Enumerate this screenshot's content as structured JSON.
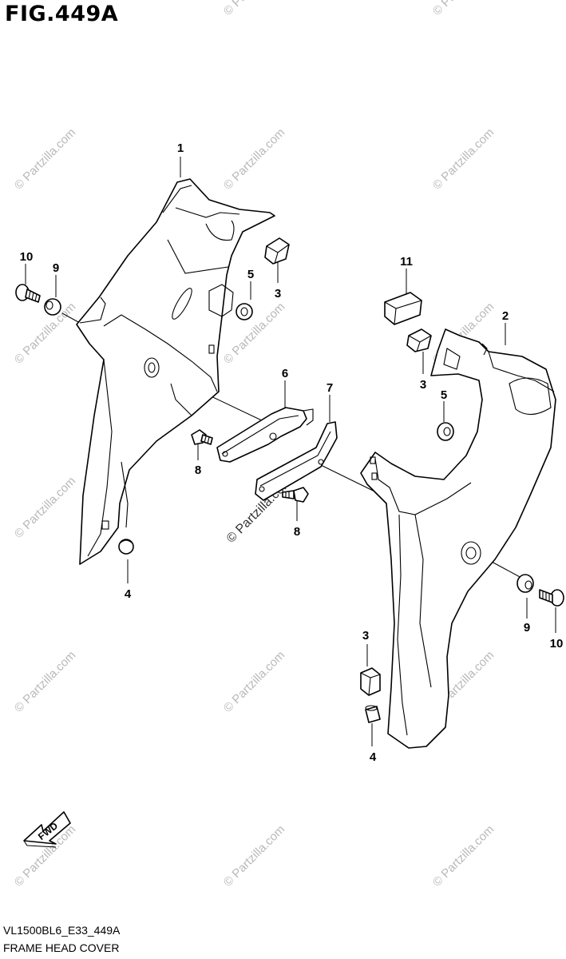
{
  "figure": {
    "title": "FIG.449A",
    "code": "VL1500BL6_E33_449A",
    "caption": "FRAME HEAD COVER"
  },
  "watermark": {
    "text": "© Partzilla.com",
    "center_text": "© Partzilla.com"
  },
  "fwd_label": "FWD",
  "callouts": [
    {
      "id": "c1",
      "label": "1"
    },
    {
      "id": "c2",
      "label": "2"
    },
    {
      "id": "c3a",
      "label": "3"
    },
    {
      "id": "c3b",
      "label": "3"
    },
    {
      "id": "c3c",
      "label": "3"
    },
    {
      "id": "c4a",
      "label": "4"
    },
    {
      "id": "c4b",
      "label": "4"
    },
    {
      "id": "c5a",
      "label": "5"
    },
    {
      "id": "c5b",
      "label": "5"
    },
    {
      "id": "c6",
      "label": "6"
    },
    {
      "id": "c7",
      "label": "7"
    },
    {
      "id": "c8a",
      "label": "8"
    },
    {
      "id": "c8b",
      "label": "8"
    },
    {
      "id": "c9a",
      "label": "9"
    },
    {
      "id": "c9b",
      "label": "9"
    },
    {
      "id": "c10a",
      "label": "10"
    },
    {
      "id": "c10b",
      "label": "10"
    },
    {
      "id": "c11",
      "label": "11"
    }
  ],
  "colors": {
    "line": "#000000",
    "watermark": "#b9b9b9",
    "background": "#ffffff"
  }
}
